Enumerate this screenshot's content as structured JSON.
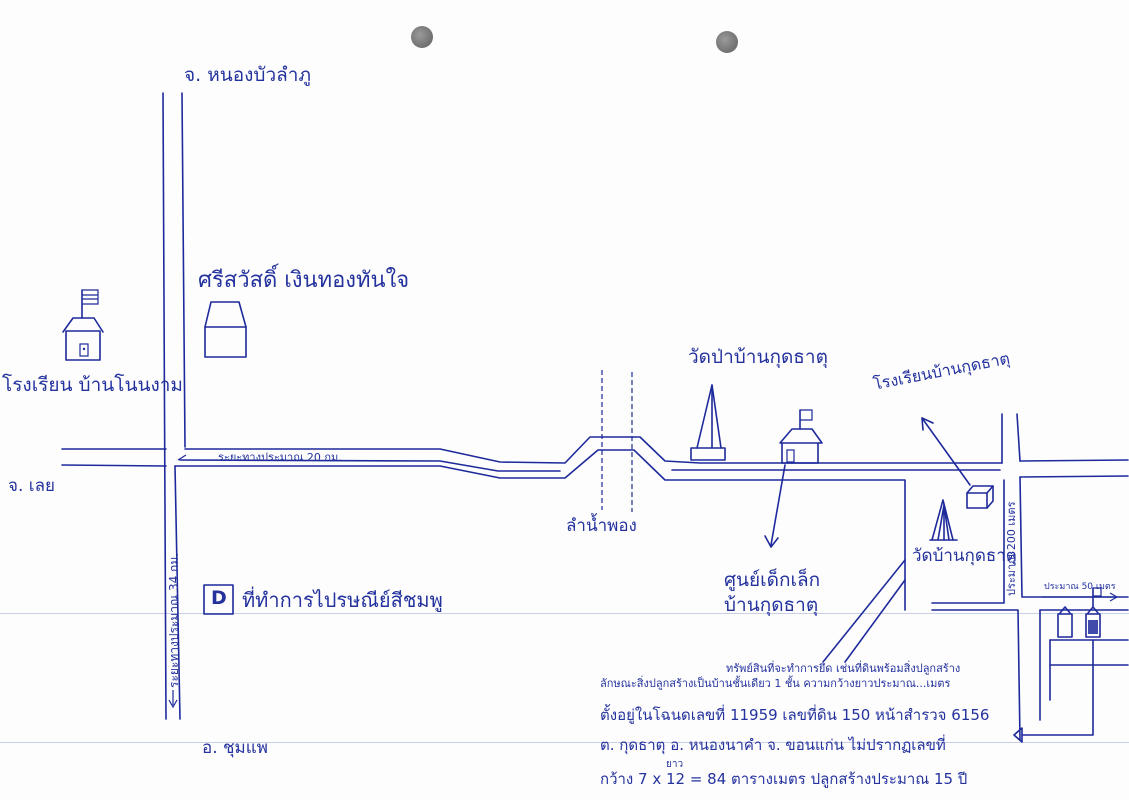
{
  "labels": {
    "north_province": "จ. หนองบัวลำภู",
    "west_province": "จ. เลย",
    "south_district": "อ. ชุมแพ",
    "school_west": "โรงเรียน บ้านโนนงาม",
    "bank": "ศรีสวัสดิ์ เงินทองทันใจ",
    "road_distance_20": "ระยะทางประมาณ 20 กม.",
    "road_distance_34": "ระยะทางประมาณ 34 กม.",
    "post_office": "ที่ทำการไปรษณีย์สีชมพู",
    "post_office_icon_letter": "D",
    "stream": "ลำน้ำพอง",
    "wat_pa": "วัดป่าบ้านกุดธาตุ",
    "school_east": "โรงเรียนบ้านกุดธาตุ",
    "childcare": "ศูนย์เด็กเล็ก บ้านกุดธาตุ",
    "wat": "วัดบ้านกุดธาตุ",
    "road_distance_200": "ประมาณ 200 เมตร",
    "road_distance_50": "ประมาณ 50 เมตร"
  },
  "note": {
    "line0": "ทรัพย์สินที่จะทำการยึด เช่นที่ดินพร้อมสิ่งปลูกสร้าง",
    "line1": "ลักษณะสิ่งปลูกสร้างเป็นบ้านชั้นเดียว 1 ชั้น ความกว้างยาวประมาณ...เมตร",
    "line2": "ตั้งอยู่ในโฉนดเลขที่ 11959 เลขที่ดิน 150 หน้าสำรวจ 6156",
    "line3": "ต. กุดธาตุ อ. หนองนาคำ จ. ขอนแก่น ไม่ปรากฏเลขที่",
    "line4": "กว้าง 7 x 12 = 84 ตารางเมตร ปลูกสร้างประมาณ 15 ปี",
    "ruled_superscript": "ยาว"
  },
  "colors": {
    "ink": "#1e2a9c",
    "paper": "#fdfdfd",
    "fold_line": "#c9d0e6"
  }
}
